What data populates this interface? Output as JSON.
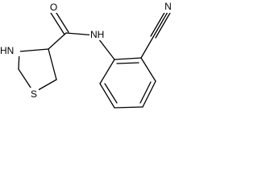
{
  "atoms": {
    "oxygen": "O",
    "amide_nitrogen": "N",
    "amide_hydrogen": "H",
    "ring_nitrogen": "N",
    "ring_hydrogen": "H",
    "sulfur": "S",
    "nitrile_nitrogen": "N"
  },
  "colors": {
    "bonds": "#000000",
    "labels": "#000000",
    "background": "#ffffff"
  }
}
